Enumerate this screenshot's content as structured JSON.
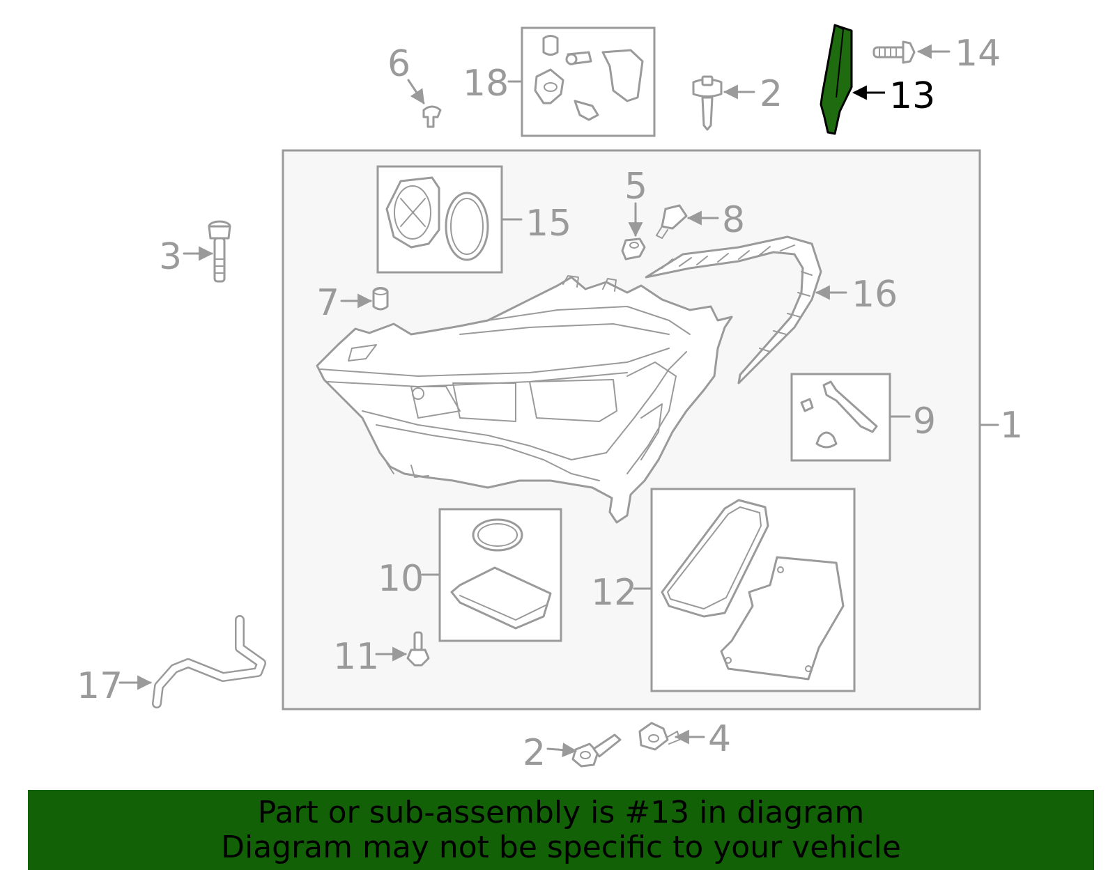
{
  "colors": {
    "highlight_part": "#1f6b10",
    "banner_bg": "#136107",
    "line_gray": "#9a9a9a",
    "assembly_bg": "#f7f7f7"
  },
  "callouts": {
    "c1": "1",
    "c2a": "2",
    "c2b": "2",
    "c3": "3",
    "c4": "4",
    "c5": "5",
    "c6": "6",
    "c7": "7",
    "c8": "8",
    "c9": "9",
    "c10": "10",
    "c11": "11",
    "c12": "12",
    "c13": "13",
    "c14": "14",
    "c15": "15",
    "c16": "16",
    "c17": "17",
    "c18": "18"
  },
  "highlighted_part": "13",
  "banner": {
    "line1": "Part or sub-assembly is #13 in diagram",
    "line2": "Diagram may not be specific to your vehicle"
  }
}
